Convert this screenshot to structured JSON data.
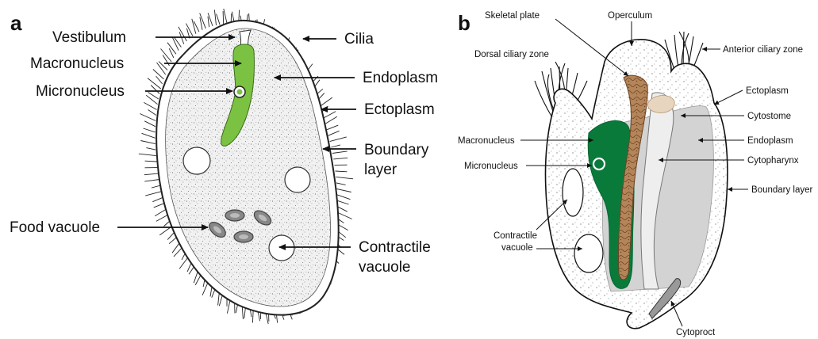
{
  "panel_a": {
    "letter": "a",
    "labels": {
      "vestibulum": "Vestibulum",
      "macronucleus": "Macronucleus",
      "micronucleus": "Micronucleus",
      "cilia": "Cilia",
      "endoplasm": "Endoplasm",
      "ectoplasm": "Ectoplasm",
      "boundary_layer_1": "Boundary",
      "boundary_layer_2": "layer",
      "food_vacuole": "Food vacuole",
      "contractile_vacuole_1": "Contractile",
      "contractile_vacuole_2": "vacuole"
    }
  },
  "panel_b": {
    "letter": "b",
    "labels": {
      "skeletal_plate": "Skeletal plate",
      "operculum": "Operculum",
      "dorsal_ciliary_zone": "Dorsal ciliary zone",
      "anterior_ciliary_zone": "Anterior ciliary zone",
      "ectoplasm": "Ectoplasm",
      "cytostome": "Cytostome",
      "macronucleus": "Macronucleus",
      "endoplasm": "Endoplasm",
      "micronucleus": "Micronucleus",
      "cytopharynx": "Cytopharynx",
      "boundary_layer": "Boundary layer",
      "contractile_vacuole_1": "Contractile",
      "contractile_vacuole_2": "vacuole",
      "cytoproct": "Cytoproct"
    }
  },
  "colors": {
    "nucleus_light_green": "#7cc242",
    "nucleus_dark_green": "#0a7a3a",
    "skeletal_plate": "#b5855a",
    "endoplasm_gray": "#d3d3d3",
    "cytoplasm_fill": "#f1f1f1"
  }
}
